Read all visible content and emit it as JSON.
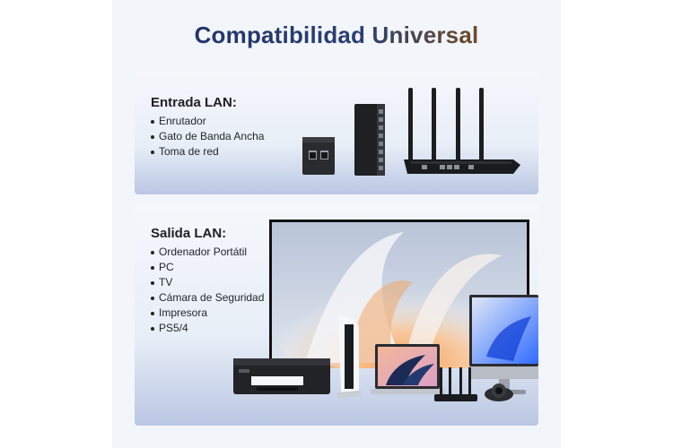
{
  "title": "Compatibilidad Universal",
  "lan_input": {
    "heading": "Entrada LAN:",
    "items": [
      "Enrutador",
      "Gato de Banda Ancha",
      "Toma de red"
    ]
  },
  "lan_output": {
    "heading": "Salida LAN:",
    "items": [
      "Ordenador Portátil",
      "PC",
      "TV",
      "Cámara de Seguridad",
      "Impresora",
      "PS5/4"
    ]
  },
  "colors": {
    "title_gradient": [
      "#1e2f66",
      "#9b6a3a"
    ],
    "panel_bottom": "#bac7e3",
    "device_dark": "#1c1d20"
  },
  "icons": [
    "wall-jack-icon",
    "network-switch-icon",
    "wifi-router-icon",
    "television-icon",
    "printer-icon",
    "ps5-console-icon",
    "laptop-icon",
    "monitor-icon",
    "mini-router-icon",
    "security-camera-icon"
  ]
}
